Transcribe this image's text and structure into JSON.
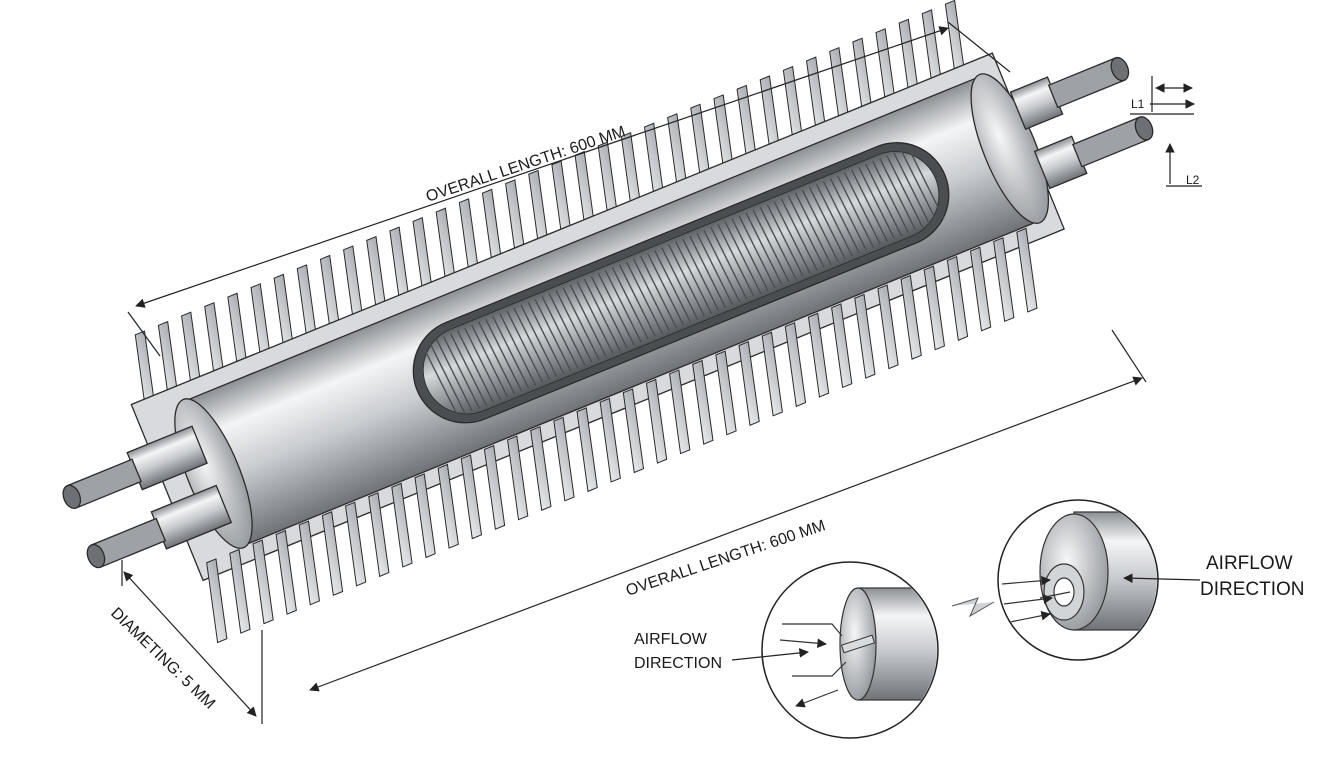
{
  "labels": {
    "overall_length_top": "OVERALL LENGTH: 600 MM",
    "overall_length_bottom": "OVERALL LENGTH: 600 MM",
    "diameter": "DIAMETING: 5 MM",
    "l1": "L1",
    "l2": "L2",
    "airflow_left_line1": "AIRFLOW",
    "airflow_left_line2": "DIRECTION",
    "airflow_right_line1": "AIRFLOW",
    "airflow_right_line2": "DIRECTION"
  },
  "colors": {
    "metal_light": "#f2f3f4",
    "metal_mid": "#c4c7ca",
    "metal_dark": "#7d8186",
    "outline": "#2a2a2a"
  }
}
